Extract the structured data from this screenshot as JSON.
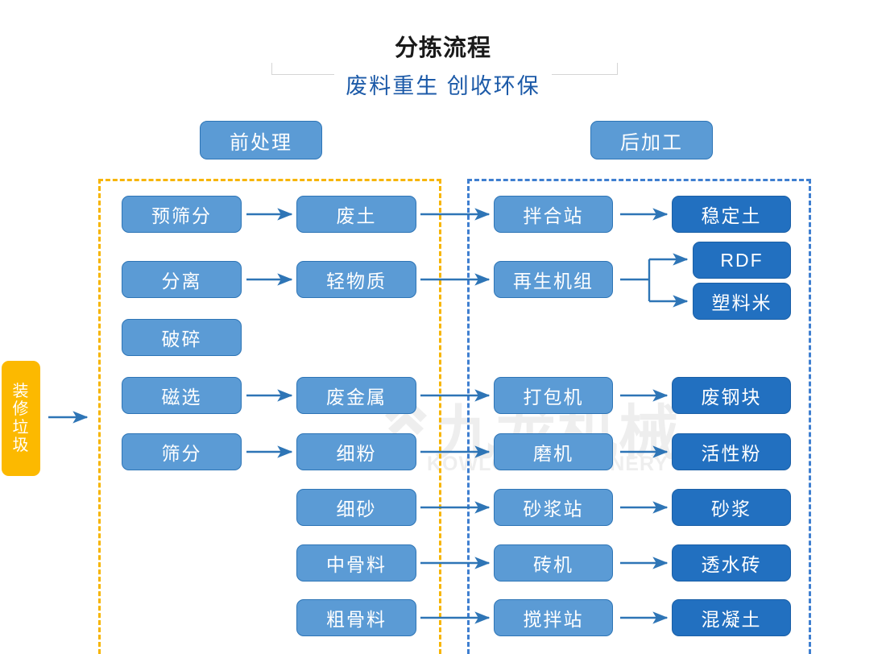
{
  "header": {
    "title": "分拣流程",
    "subtitle": "废料重生 创收环保"
  },
  "watermark": {
    "brand_cn": "九龙机械",
    "brand_en": "KOWLOONMACHINERY"
  },
  "zones": {
    "pre_label": "前处理",
    "post_label": "后加工"
  },
  "source": {
    "label": "装修垃圾",
    "color": "#fcb900"
  },
  "colors": {
    "light_blue": "#5b9bd5",
    "dark_blue": "#2270c0",
    "yellow_dash": "#f7b500",
    "blue_dash": "#3f7fd0",
    "arrow": "#2e75b6",
    "title_black": "#1a1a1a",
    "subtitle_blue": "#1c5aa8"
  },
  "nodes": {
    "pre_process": [
      {
        "id": "n_presieve",
        "label": "预筛分",
        "tone": "light"
      },
      {
        "id": "n_separate",
        "label": "分离",
        "tone": "light"
      },
      {
        "id": "n_crush",
        "label": "破碎",
        "tone": "light"
      },
      {
        "id": "n_magnetic",
        "label": "磁选",
        "tone": "light"
      },
      {
        "id": "n_sieve",
        "label": "筛分",
        "tone": "light"
      }
    ],
    "materials": [
      {
        "id": "m_wastesoil",
        "label": "废土",
        "tone": "light"
      },
      {
        "id": "m_light",
        "label": "轻物质",
        "tone": "light"
      },
      {
        "id": "m_metal",
        "label": "废金属",
        "tone": "light"
      },
      {
        "id": "m_finepower",
        "label": "细粉",
        "tone": "light"
      },
      {
        "id": "m_finesand",
        "label": "细砂",
        "tone": "light"
      },
      {
        "id": "m_midagg",
        "label": "中骨料",
        "tone": "light"
      },
      {
        "id": "m_coarseagg",
        "label": "粗骨料",
        "tone": "light"
      }
    ],
    "machines": [
      {
        "id": "k_mixstation",
        "label": "拌合站",
        "tone": "light"
      },
      {
        "id": "k_regenunit",
        "label": "再生机组",
        "tone": "light"
      },
      {
        "id": "k_baler",
        "label": "打包机",
        "tone": "light"
      },
      {
        "id": "k_mill",
        "label": "磨机",
        "tone": "light"
      },
      {
        "id": "k_mortarstation",
        "label": "砂浆站",
        "tone": "light"
      },
      {
        "id": "k_brickmachine",
        "label": "砖机",
        "tone": "light"
      },
      {
        "id": "k_concretemix",
        "label": "搅拌站",
        "tone": "light"
      }
    ],
    "products": [
      {
        "id": "p_stabsoil",
        "label": "稳定土",
        "tone": "dark"
      },
      {
        "id": "p_rdf",
        "label": "RDF",
        "tone": "dark"
      },
      {
        "id": "p_plastic",
        "label": "塑料米",
        "tone": "dark"
      },
      {
        "id": "p_scrapsteel",
        "label": "废钢块",
        "tone": "dark"
      },
      {
        "id": "p_activepow",
        "label": "活性粉",
        "tone": "dark"
      },
      {
        "id": "p_mortar",
        "label": "砂浆",
        "tone": "dark"
      },
      {
        "id": "p_permbrick",
        "label": "透水砖",
        "tone": "dark"
      },
      {
        "id": "p_concrete",
        "label": "混凝土",
        "tone": "dark"
      }
    ]
  },
  "chart_data": {
    "type": "diagram",
    "title": "分拣流程",
    "subtitle": "废料重生 创收环保",
    "input": "装修垃圾",
    "groups": [
      {
        "name": "前处理",
        "border": "yellow-dashed"
      },
      {
        "name": "后加工",
        "border": "blue-dashed"
      }
    ],
    "flows": [
      {
        "from": "装修垃圾",
        "to": "前处理"
      },
      {
        "from": "预筛分",
        "to": "废土"
      },
      {
        "from": "废土",
        "to": "拌合站"
      },
      {
        "from": "拌合站",
        "to": "稳定土"
      },
      {
        "from": "分离",
        "to": "轻物质"
      },
      {
        "from": "轻物质",
        "to": "再生机组"
      },
      {
        "from": "再生机组",
        "to": "RDF"
      },
      {
        "from": "再生机组",
        "to": "塑料米"
      },
      {
        "from": "磁选",
        "to": "废金属"
      },
      {
        "from": "废金属",
        "to": "打包机"
      },
      {
        "from": "打包机",
        "to": "废钢块"
      },
      {
        "from": "筛分",
        "to": "细粉"
      },
      {
        "from": "细粉",
        "to": "磨机"
      },
      {
        "from": "磨机",
        "to": "活性粉"
      },
      {
        "from": "细砂",
        "to": "砂浆站"
      },
      {
        "from": "砂浆站",
        "to": "砂浆"
      },
      {
        "from": "中骨料",
        "to": "砖机"
      },
      {
        "from": "砖机",
        "to": "透水砖"
      },
      {
        "from": "粗骨料",
        "to": "搅拌站"
      },
      {
        "from": "搅拌站",
        "to": "混凝土"
      }
    ]
  }
}
